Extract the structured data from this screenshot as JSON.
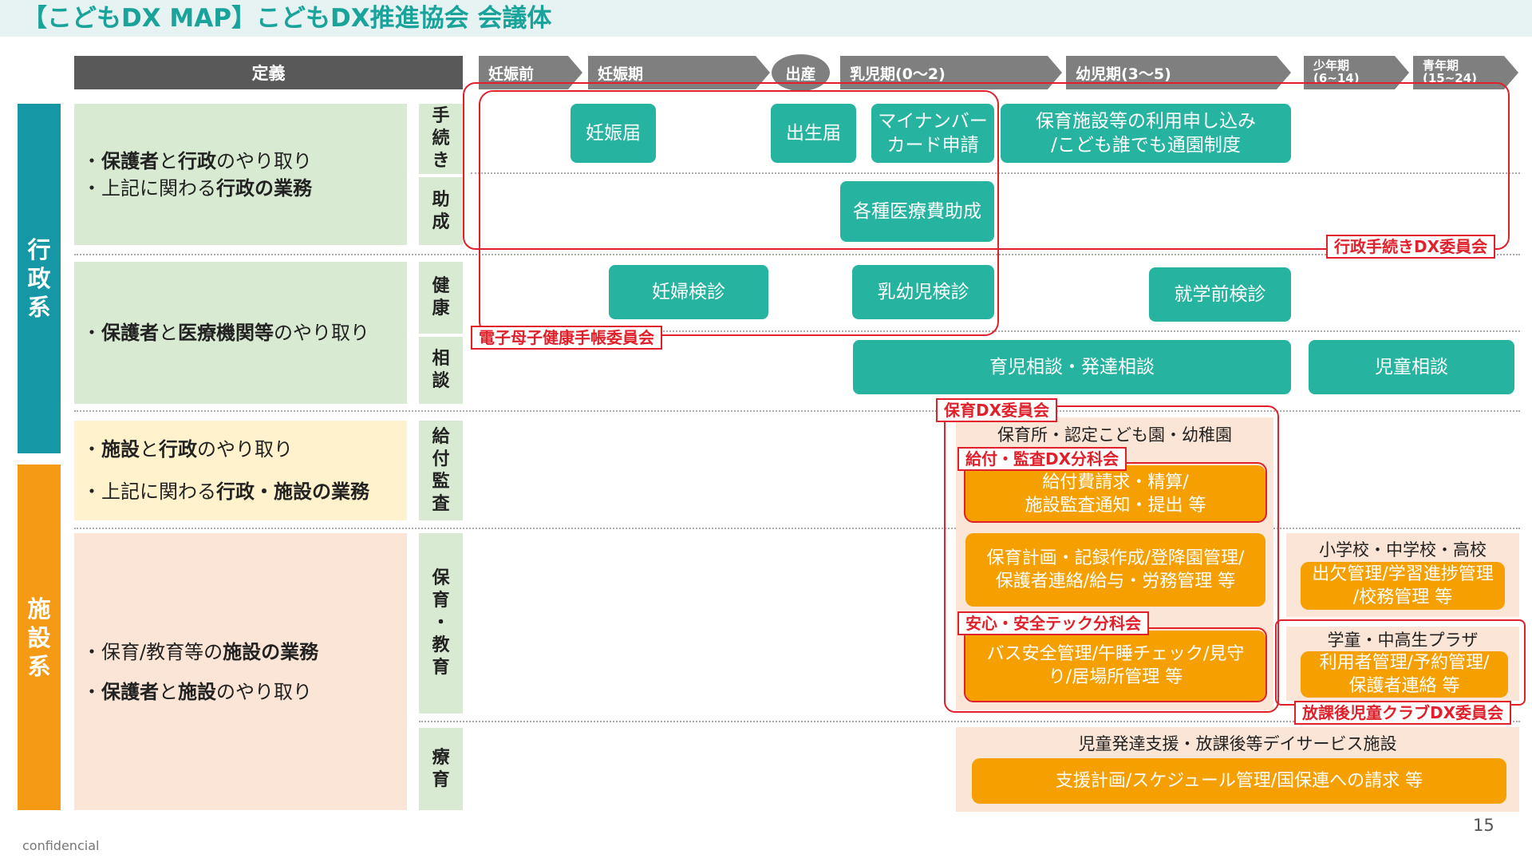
{
  "title": "【こどもDX MAP】こどもDX推進協会 会議体",
  "header": {
    "definition_label": "定義",
    "stages": [
      "妊娠前",
      "妊娠期",
      "出産",
      "乳児期(0〜2)",
      "幼児期(3〜5)",
      "少年期\n(6~14)",
      "青年期\n(15~24)"
    ]
  },
  "bands": {
    "gyosei": "行\n政\n系",
    "shisetsu": "施\n設\n系"
  },
  "rows": {
    "r1_lines": [
      {
        "b1": "保護者",
        "t1": "と",
        "b2": "行政",
        "t2": "のやり取り"
      },
      {
        "b1": "",
        "t1": "上記に関わる",
        "b2": "行政の業務",
        "t2": ""
      }
    ],
    "r2_lines": [
      {
        "b1": "保護者",
        "t1": "と",
        "b2": "医療機関等",
        "t2": "のやり取り"
      }
    ],
    "r3_lines": [
      {
        "b1": "施設",
        "t1": "と",
        "b2": "行政",
        "t2": "のやり取り"
      },
      {
        "b1": "",
        "t1": "上記に関わる",
        "b2": "行政・施設の業務",
        "t2": ""
      }
    ],
    "r4_lines": [
      {
        "b1": "",
        "t1": "保育/教育等の",
        "b2": "施設の業務",
        "t2": ""
      },
      {
        "b1": "保護者",
        "t1": "と",
        "b2": "施設",
        "t2": "のやり取り"
      }
    ],
    "bullet": "・"
  },
  "sublabels": [
    "手\n続\nき",
    "助\n成",
    "健\n康",
    "相\n談",
    "給\n付\n監\n査",
    "保\n育\n・\n教\n育",
    "療\n育"
  ],
  "boxes": {
    "ninshin_todoke": "妊娠届",
    "shussho_todoke": "出生届",
    "mynumber": "マイナンバー\nカード申請",
    "hoiku_moushikomi": "保育施設等の利用申し込み\n/こども誰でも通園制度",
    "iryohi": "各種医療費助成",
    "ninpu_kenshin": "妊婦検診",
    "nyuyouji_kenshin": "乳幼児検診",
    "shugaku_kenshin": "就学前検診",
    "ikuji_soudan": "育児相談・発達相談",
    "jido_soudan": "児童相談",
    "hoikusho_header": "保育所・認定こども園・幼稚園",
    "kyufu": "給付費請求・精算/\n施設監査通知・提出 等",
    "hoiku_keikaku": "保育計画・記録作成/登降園管理/\n保護者連絡/給与・労務管理 等",
    "bus": "バス安全管理/午睡チェック/見守\nり/居場所管理 等",
    "school_header": "小学校・中学校・高校",
    "school_box": "出欠管理/学習進捗管理\n/校務管理 等",
    "gakudo_header": "学童・中高生プラザ",
    "gakudo_box": "利用者管理/予約管理/\n保護者連絡 等",
    "ryoiku_header": "児童発達支援・放課後等デイサービス施設",
    "ryoiku_box": "支援計画/スケジュール管理/国保連への請求 等"
  },
  "committees": {
    "gyosei_tetsuzuki": "行政手続きDX委員会",
    "boshi_techo": "電子母子健康手帳委員会",
    "hoiku_dx": "保育DX委員会",
    "kyufu_kansa": "給付・監査DX分科会",
    "anshin_anzen": "安心・安全テック分科会",
    "houkago": "放課後児童クラブDX委員会"
  },
  "footer": {
    "confidential": "confidencial",
    "page_number": "15"
  },
  "colors": {
    "teal": "#26b3a0",
    "orange": "#f5a000",
    "committee_red": "#e0202a",
    "title_teal": "#1aa39a",
    "band_teal": "#1597a6",
    "band_orange": "#f59a14"
  }
}
